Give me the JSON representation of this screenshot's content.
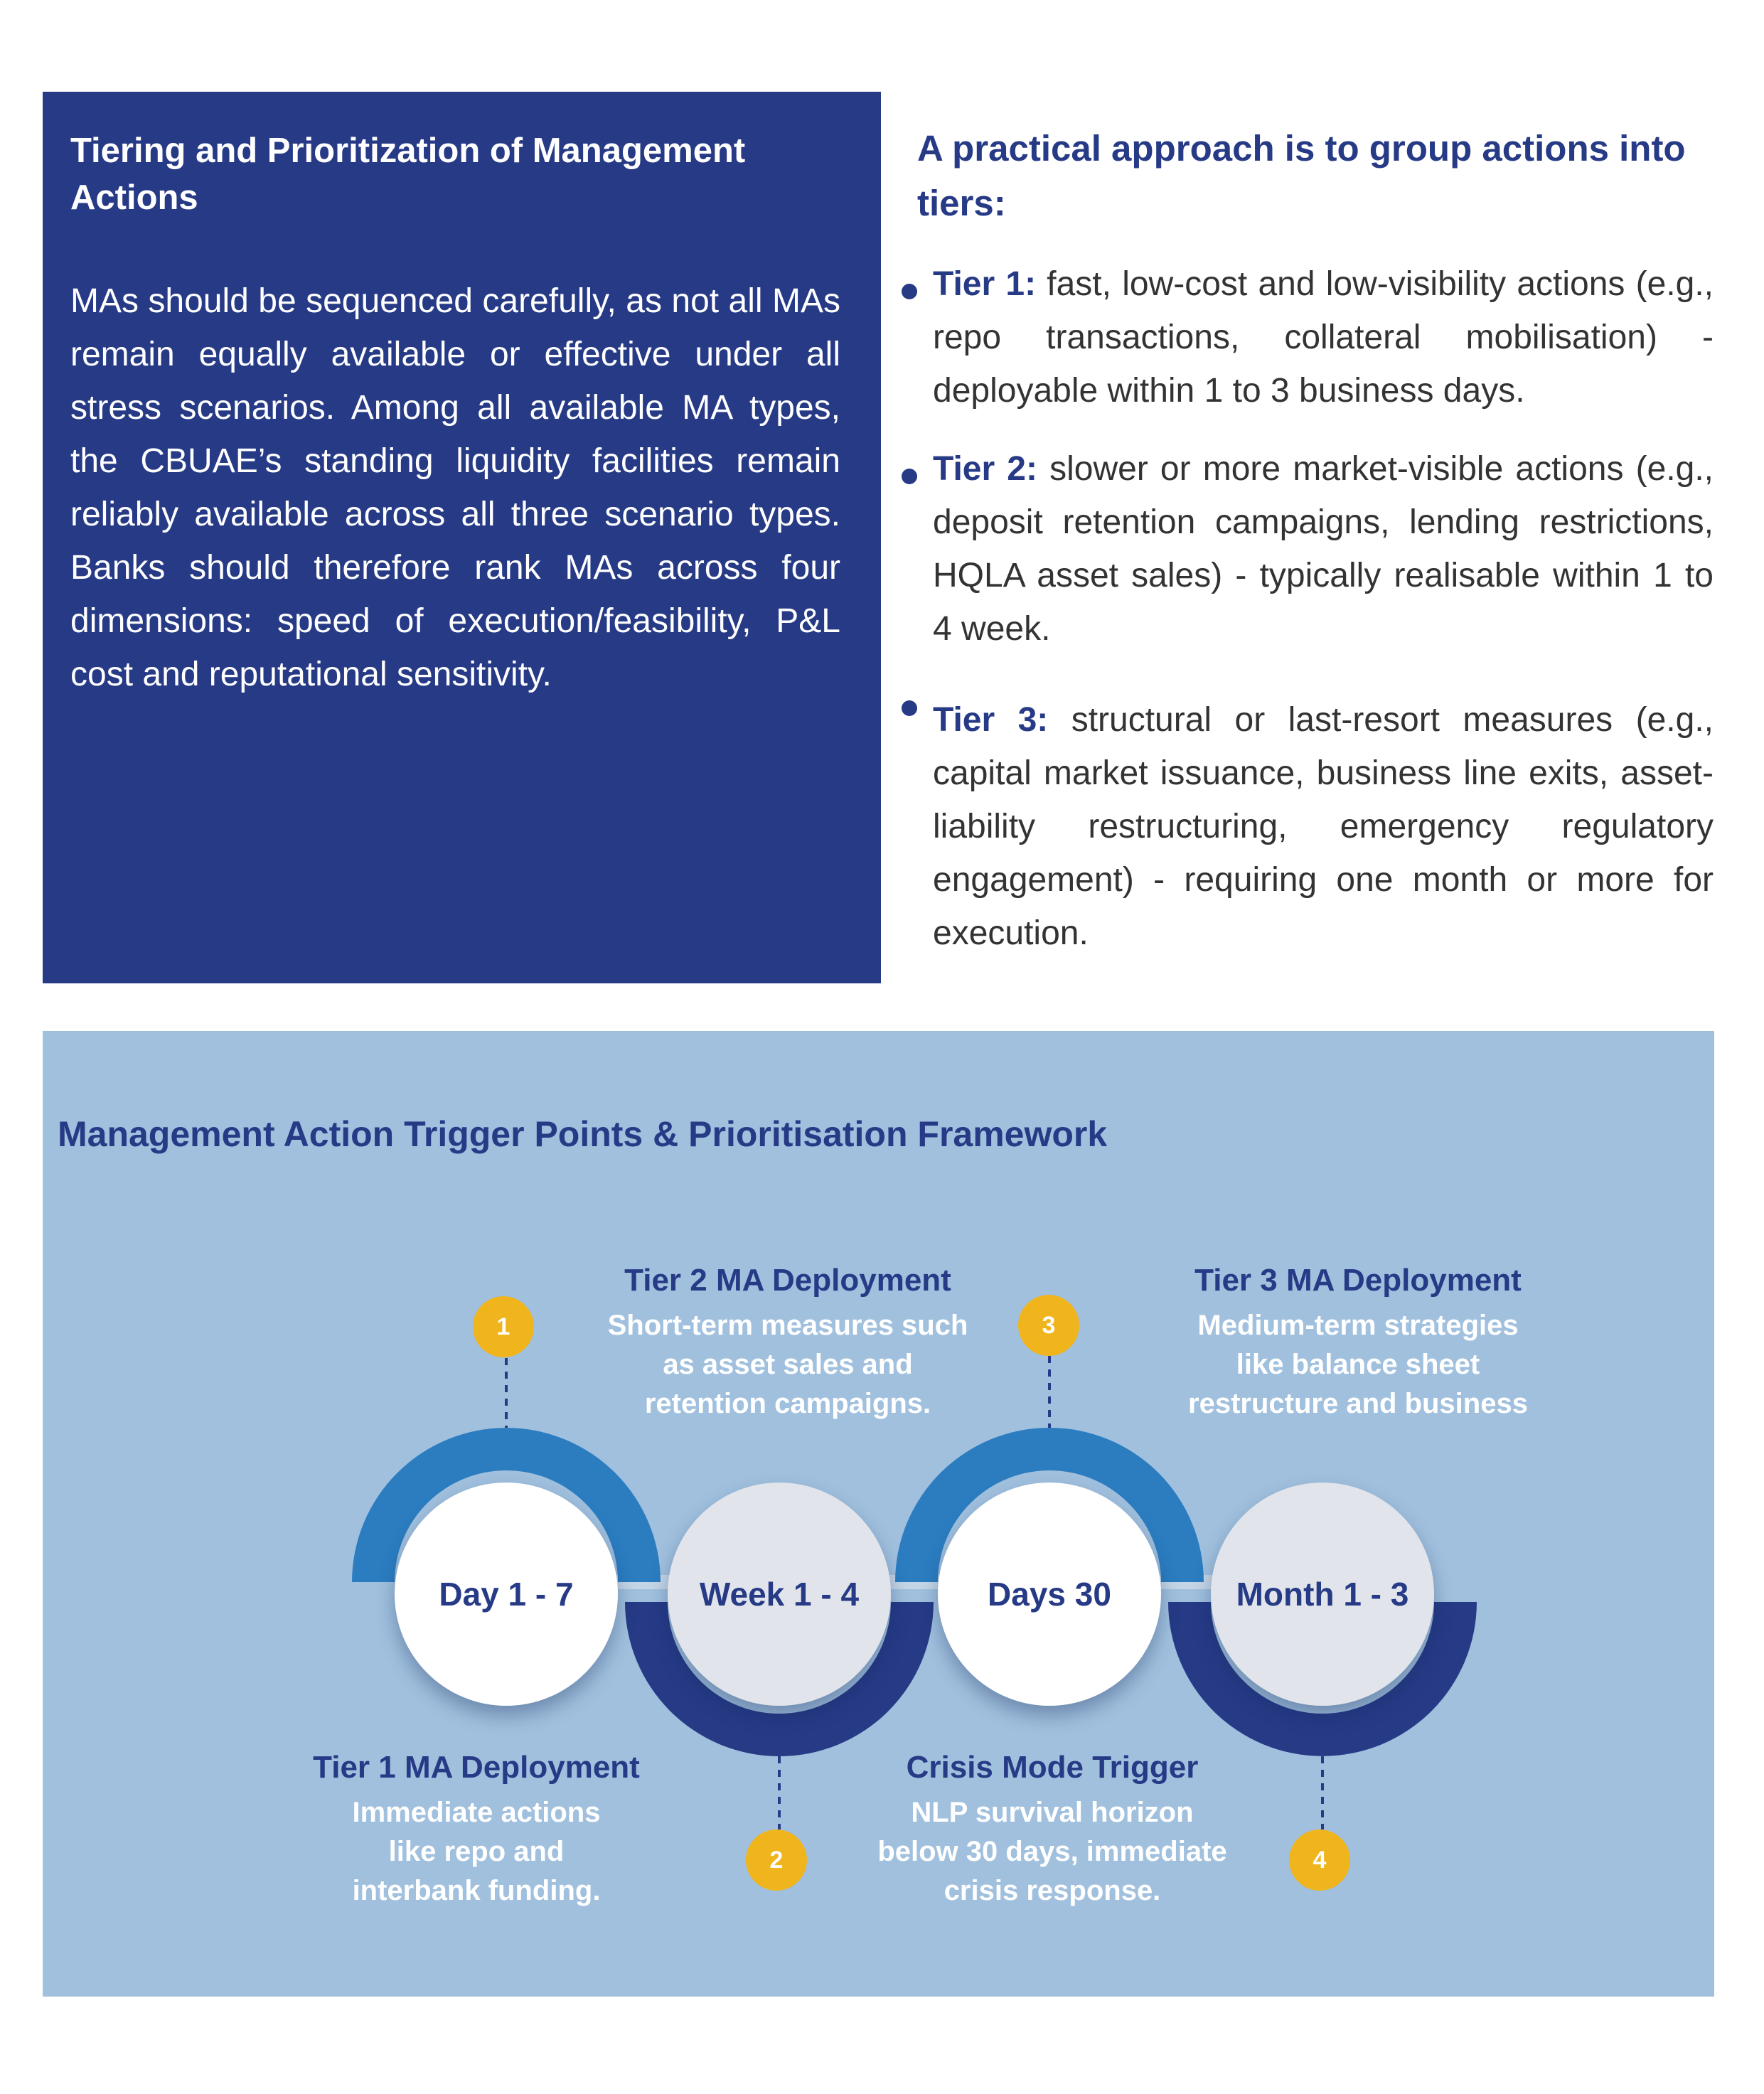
{
  "left_box": {
    "title": "Tiering and Prioritization of Management Actions",
    "body": "MAs should be sequenced carefully, as not all MAs remain equally available or effective under all stress scenarios. Among all available MA types, the CBUAE’s standing liquidity facilities remain reliably available across all three scenario types. Banks should therefore rank MAs across four dimensions: speed of execution/feasibility, P&L cost and reputational sensitivity."
  },
  "right_col": {
    "heading": "A practical approach is to group actions into tiers:",
    "tiers": [
      {
        "name": "Tier 1:",
        "text": " fast, low-cost and low-visibility actions (e.g., repo transactions, collateral mobilisation) - deployable within 1 to 3 business days."
      },
      {
        "name": "Tier 2:",
        "text": " slower or more market-visible actions (e.g., deposit retention campaigns, lending restrictions, HQLA asset sales) - typically realisable within 1 to 4 week."
      },
      {
        "name": "Tier 3:",
        "text": " structural or last-resort measures (e.g., capital market issuance, business line exits, asset-liability restructuring, emergency regulatory engagement) - requiring one month or more for execution."
      }
    ]
  },
  "framework": {
    "title": "Management Action Trigger Points & Prioritisation Framework",
    "colors": {
      "arc_light": "#2b7dc0",
      "arc_dark": "#263a86",
      "badge": "#f0b41c",
      "connector": "#263a86"
    },
    "nodes": [
      {
        "label": "Day 1 - 7"
      },
      {
        "label": "Week 1 - 4"
      },
      {
        "label": "Days 30"
      },
      {
        "label": "Month 1 - 3"
      }
    ],
    "badges": [
      "1",
      "2",
      "3",
      "4"
    ],
    "steps": [
      {
        "title": "Tier 1 MA Deployment",
        "desc": "Immediate actions like repo and interbank funding."
      },
      {
        "title": "Tier 2 MA Deployment",
        "desc": "Short-term measures such as asset sales and retention campaigns."
      },
      {
        "title": "Crisis Mode Trigger",
        "desc": "NLP survival horizon below 30 days, immediate crisis response."
      },
      {
        "title": "Tier 3 MA Deployment",
        "desc": "Medium-term strategies like balance sheet restructure and business"
      }
    ]
  }
}
